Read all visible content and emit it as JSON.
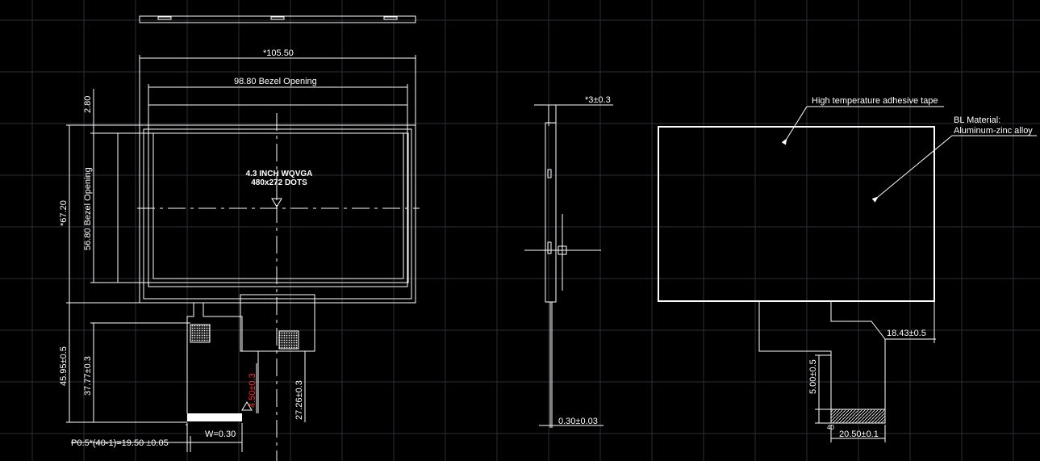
{
  "drawing": {
    "background_color": "#000000",
    "line_color": "#ffffff",
    "grid_color": "#2b2f36",
    "highlight_color": "#ff3030"
  },
  "front_view": {
    "overall_width": "*105.50",
    "bezel_width": "98.80 Bezel Opening",
    "top_offset": "2.80",
    "overall_height": "*67.20",
    "bezel_height": "56.80 Bezel Opening",
    "display_line1": "4.3 INCH WQVGA",
    "display_line2": "480x272 DOTS",
    "fpc_total": "45.95±0.5",
    "fpc_inner": "37.77±0.3",
    "fpc_tail": "27.26±0.3",
    "stiffener": "4.50±0.3",
    "pitch": "P0.5*(40-1)=19.50 ±0.05",
    "width": "W=0.30"
  },
  "side_view": {
    "thickness": "*3±0.3",
    "fpc_thickness": "0.30±0.03"
  },
  "back_view": {
    "tape_note": "High temperature adhesive tape",
    "bl_material_line1": "BL Material:",
    "bl_material_line2": "Aluminum-zinc alloy",
    "fpc_offset": "18.43±0.5",
    "stiffener_len": "5.00±0.5",
    "pin_label": "40",
    "connector_width": "20.50±0.1"
  }
}
